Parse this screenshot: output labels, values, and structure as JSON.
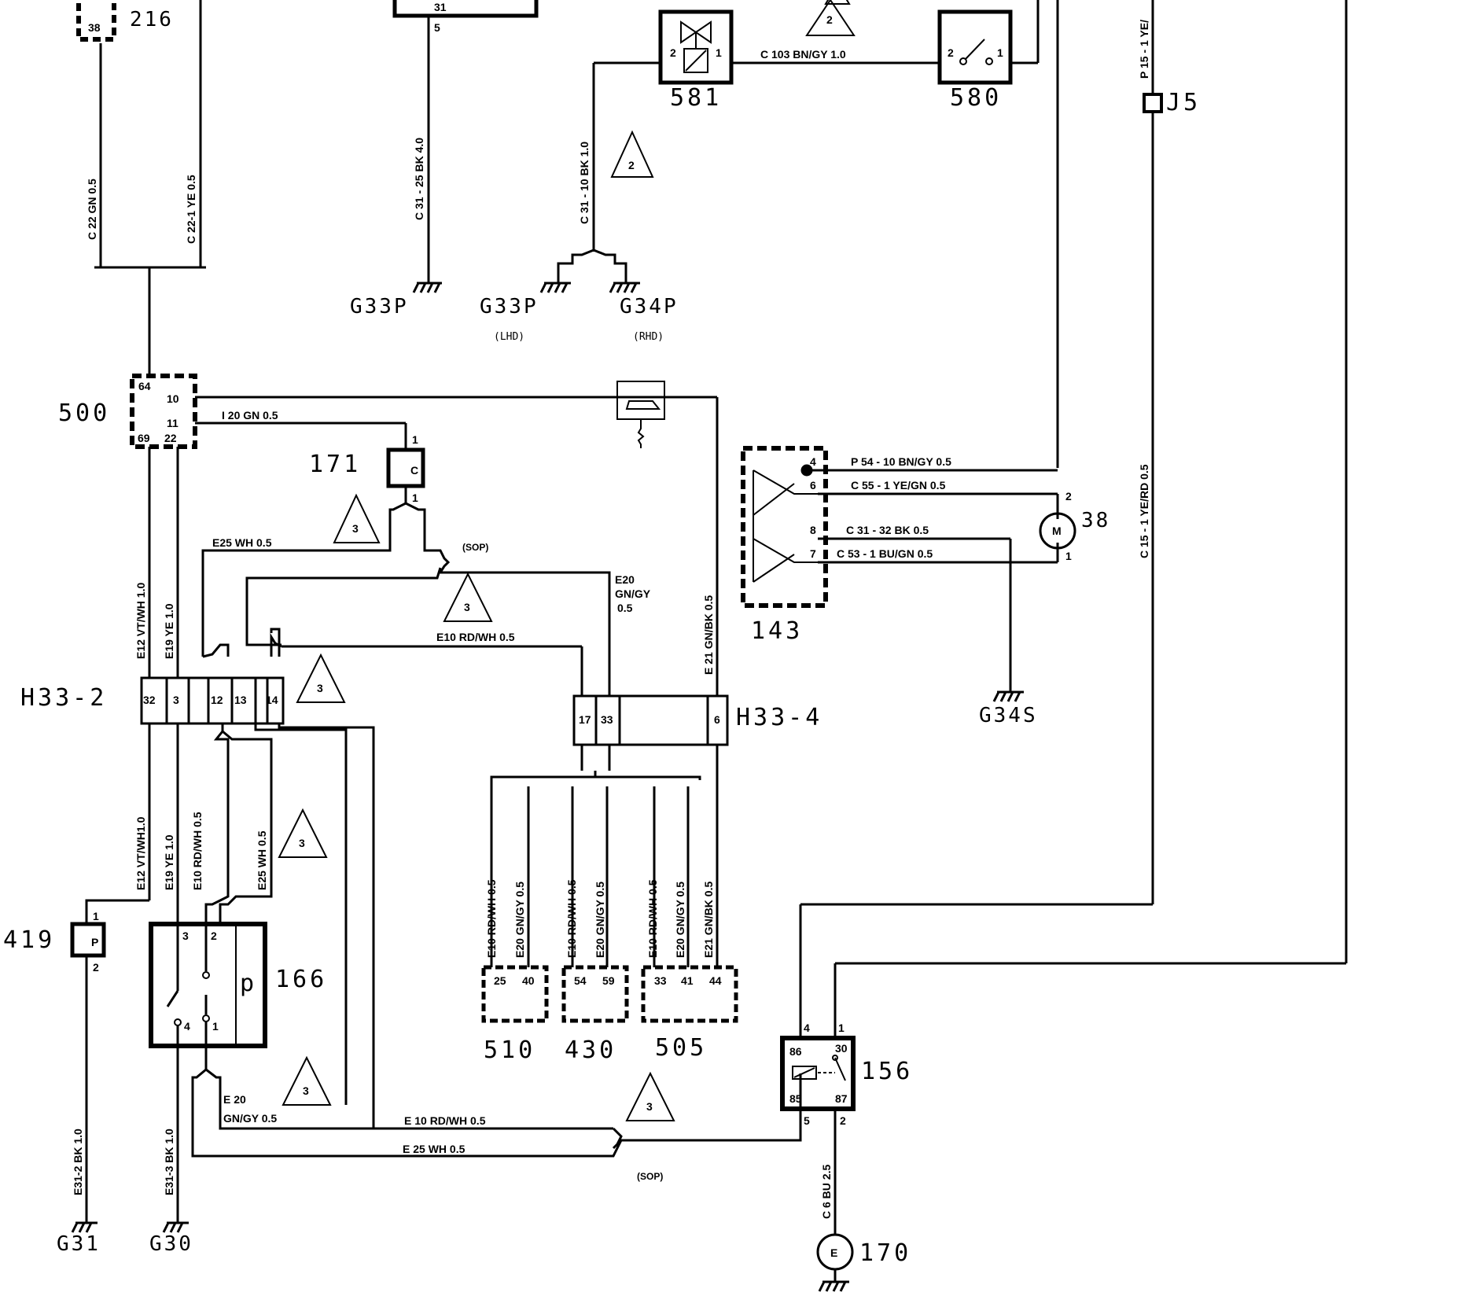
{
  "components": {
    "c216": "216",
    "c216_pin": "38",
    "c581": "581",
    "c580": "580",
    "c500": "500",
    "c171": "171",
    "c171_letter": "C",
    "c143": "143",
    "c38": "38",
    "c38_letter": "M",
    "c419": "419",
    "c419_letter": "P",
    "c166": "166",
    "c166_letter": "p",
    "c510": "510",
    "c430": "430",
    "c505": "505",
    "c156": "156",
    "c170": "170",
    "c170_letter": "E",
    "j5": "J5",
    "h33_2": "H33-2",
    "h33_4": "H33-4"
  },
  "grounds": {
    "g33p_a": "G33P",
    "g33p_b": "G33P",
    "g33p_b_note": "(LHD)",
    "g34p": "G34P",
    "g34p_note": "(RHD)",
    "g34s": "G34S",
    "g31": "G31",
    "g30": "G30"
  },
  "wires": {
    "c22": "C 22  GN  0.5",
    "c22_1": "C 22-1  YE  0.5",
    "c31_25": "C 31 - 25  BK  4.0",
    "c31_10": "C 31 - 10  BK  1.0",
    "c103": "C 103  BN/GY  1.0",
    "p15_1": "P 15 - 1  YE/",
    "c15_1": "C 15 - 1  YE/RD  0.5",
    "i20": "I 20   GN 0.5",
    "e25_top": "E25  WH  0.5",
    "sop_top": "(SOP)",
    "e20_a": "E20",
    "e20_b": "GN/GY",
    "e20_c": "0.5",
    "e10_top": "E10  RD/WH  0.5",
    "e21_top": "E 21  GN/BK  0.5",
    "e12_top": "E12 VT/WH 1.0",
    "e19_top": "E19  YE 1.0",
    "p54_10": "P 54 - 10  BN/GY  0.5",
    "c55_1": "C 55 - 1  YE/GN  0.5",
    "c31_32": "C 31 - 32  BK  0.5",
    "c53_1": "C 53 - 1  BU/GN  0.5",
    "e12_bot": "E12 VT/WH1.0",
    "e19_bot": "E19 YE 1.0",
    "e10_mid": "E10 RD/WH 0.5",
    "e25_mid": "E25  WH  0.5",
    "e10_v": "E10  RD/WH  0.5",
    "e20_v": "E20  GN/GY  0.5",
    "e21_v": "E21  GN/BK  0.5",
    "e20_bot_a": "E 20",
    "e20_bot_b": "GN/GY  0.5",
    "e10_bot": "E 10  RD/WH  0.5",
    "e25_bot": "E 25  WH  0.5",
    "sop_bot": "(SOP)",
    "e31_2": "E31-2  BK  1.0",
    "e31_3": "E31-3  BK  1.0",
    "c6": "C 6  BU  2.5"
  },
  "pins": {
    "p500_64": "64",
    "p500_10": "10",
    "p500_11": "11",
    "p500_69": "69",
    "p500_22": "22",
    "p171_1a": "1",
    "p171_1b": "1",
    "p581_2": "2",
    "p581_1": "1",
    "p580_2": "2",
    "p580_1": "1",
    "p143_4": "4",
    "p143_6": "6",
    "p143_8": "8",
    "p143_7": "7",
    "p38_2": "2",
    "p38_1": "1",
    "h2_32": "32",
    "h2_3": "3",
    "h2_12": "12",
    "h2_13": "13",
    "h2_14": "14",
    "h4_17": "17",
    "h4_33": "33",
    "h4_6": "6",
    "p419_1": "1",
    "p419_2": "2",
    "p166_3": "3",
    "p166_2": "2",
    "p166_4": "4",
    "p166_1": "1",
    "p510_25": "25",
    "p510_40": "40",
    "p430_54": "54",
    "p430_59": "59",
    "p505_33": "33",
    "p505_41": "41",
    "p505_44": "44",
    "p156_86": "86",
    "p156_30": "30",
    "p156_85": "85",
    "p156_87": "87",
    "p156_4": "4",
    "p156_1": "1",
    "p156_5": "5",
    "p156_2": "2",
    "p_31": "31",
    "p_5": "5"
  },
  "notes": {
    "n2": "2",
    "n3": "3"
  }
}
